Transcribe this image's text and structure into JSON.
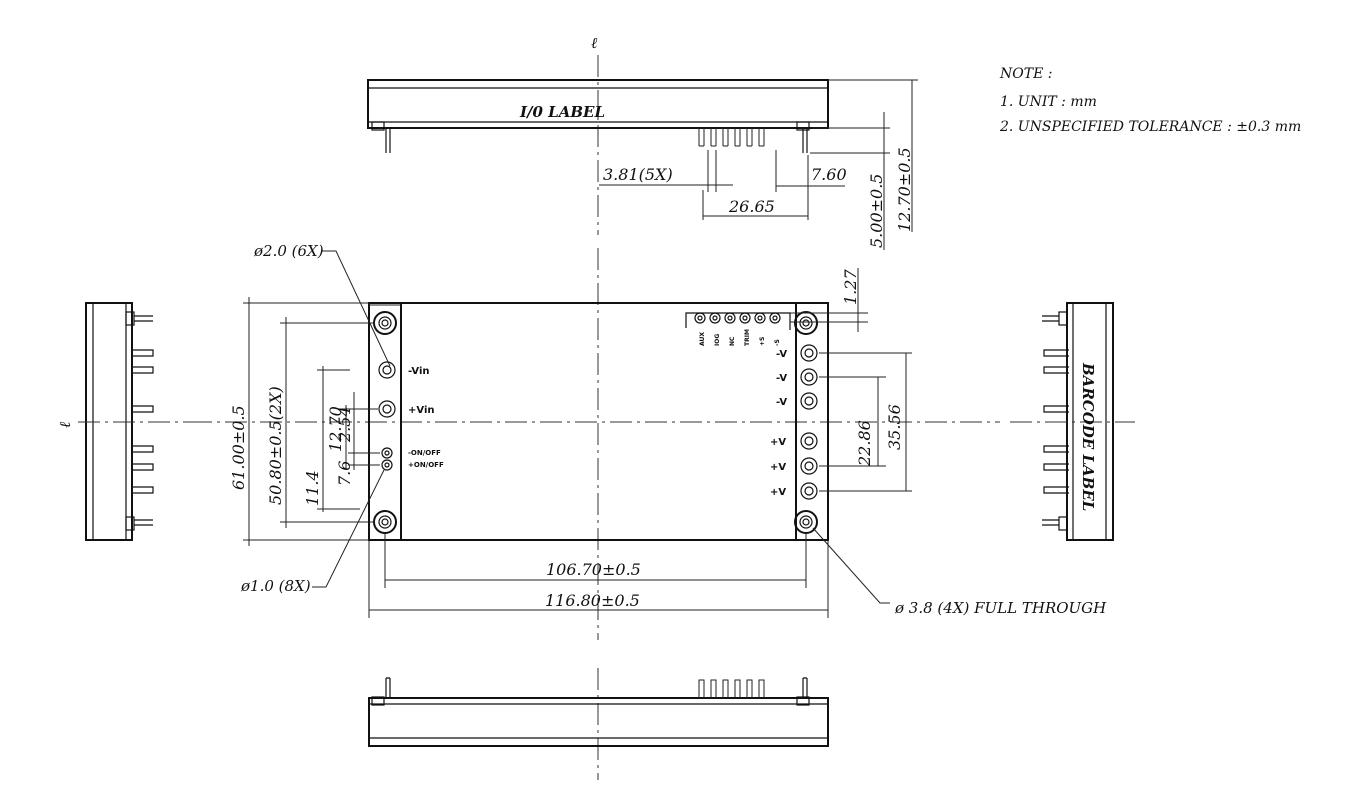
{
  "centerline_symbol": "ℓ",
  "notes": {
    "title": "NOTE :",
    "items": [
      "1. UNIT : mm",
      "2. UNSPECIFIED TOLERANCE : ±0.3 mm"
    ]
  },
  "labels": {
    "io": "I/0 LABEL",
    "barcode": "BARCODE LABEL"
  },
  "top_view_dims": {
    "pitch": "3.81(5X)",
    "offset": "7.60",
    "span": "26.65",
    "pin_len": "5.00±0.5",
    "height": "12.70±0.5"
  },
  "front_view_dims": {
    "hole_small": "ø2.0 (6X)",
    "hole_pin": "ø1.0 (8X)",
    "mount": "ø 3.8 (4X) FULL THROUGH",
    "width_inner": "106.70±0.5",
    "width_outer": "116.80±0.5",
    "height_outer": "61.00±0.5",
    "height_inner": "50.80±0.5(2X)",
    "d_11_4": "11.4",
    "d_12_70": "12.70",
    "d_7_6": "7.6",
    "d_2_54": "2.54",
    "d_1_27": "1.27",
    "d_22_86": "22.86",
    "d_35_56": "35.56"
  },
  "pin_labels": {
    "left": [
      "-Vin",
      "+Vin",
      "-ON/OFF",
      "+ON/OFF"
    ],
    "right": [
      "-V",
      "-V",
      "-V",
      "+V",
      "+V",
      "+V"
    ],
    "signal": [
      "AUX",
      "IOG",
      "NC",
      "TRIM",
      "+S",
      "-S"
    ]
  }
}
